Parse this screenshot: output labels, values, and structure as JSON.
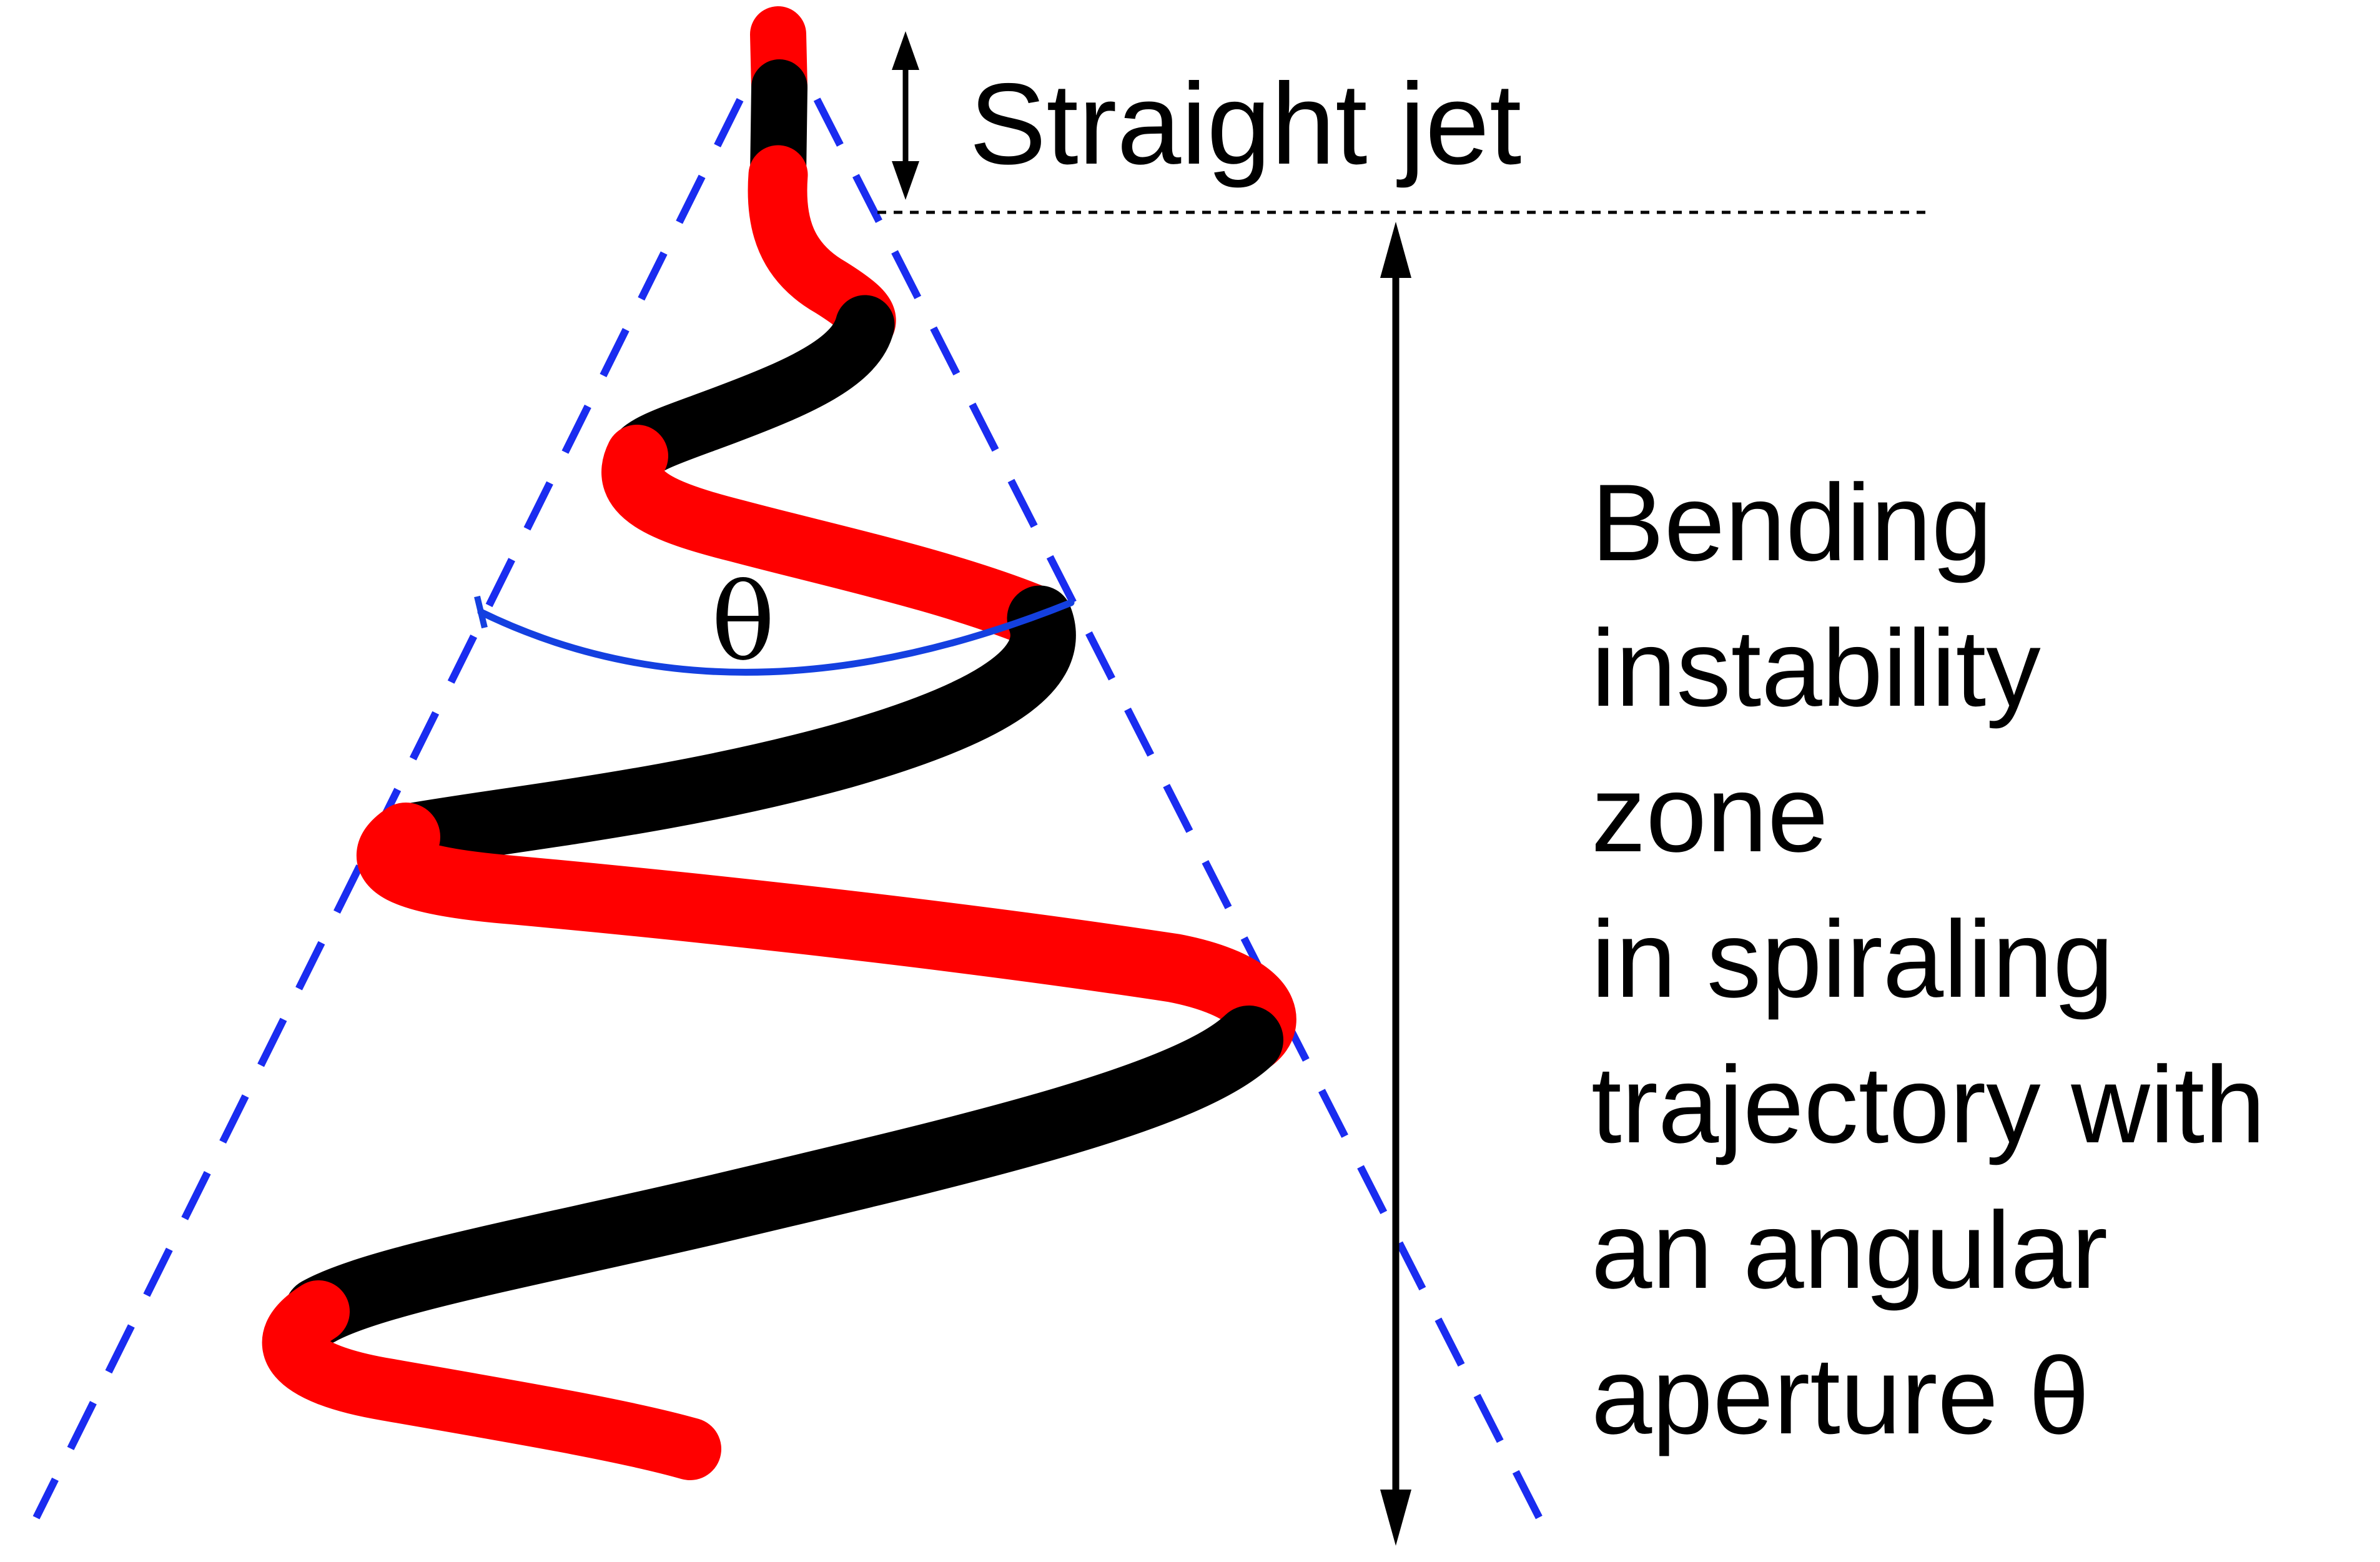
{
  "labels": {
    "straight_jet": "Straight jet",
    "theta": "θ",
    "bending_zone_lines": [
      "Bending",
      "instability",
      "zone",
      "in spiraling",
      "trajectory with",
      "an angular",
      "aperture θ"
    ]
  },
  "colors": {
    "jet_red": "#ff0000",
    "jet_black": "#000000",
    "cone_blue": "#1a2cf0",
    "arc_blue": "#1440e0",
    "text": "#000000",
    "background": "#ffffff"
  }
}
